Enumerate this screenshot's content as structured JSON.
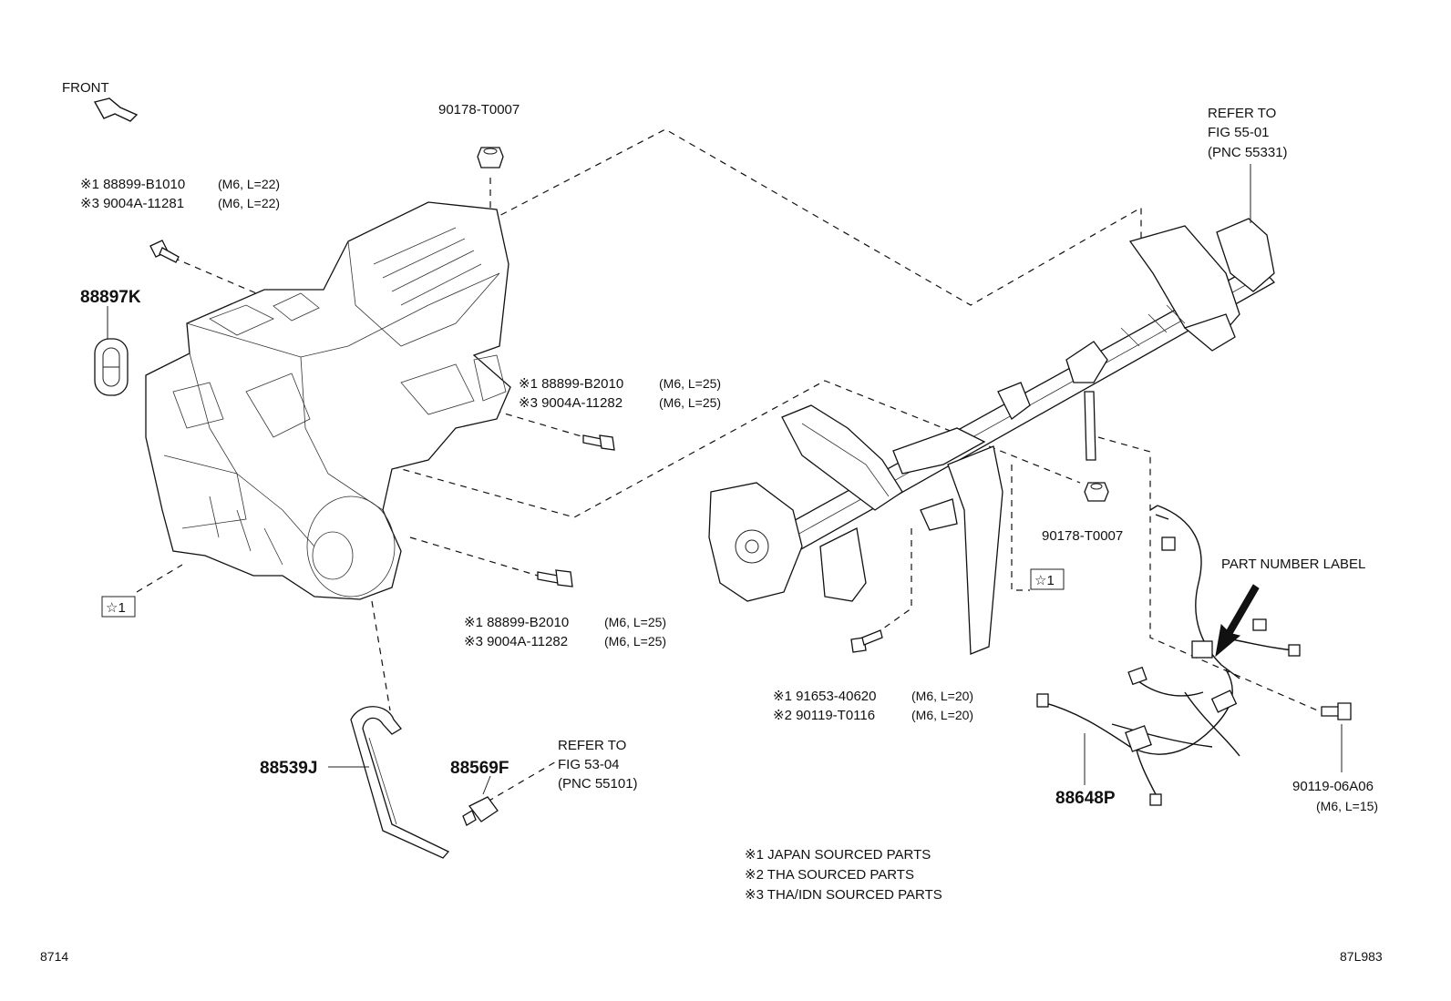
{
  "front_label": "FRONT",
  "notes": [
    "※1 JAPAN SOURCED PARTS",
    "※2 THA SOURCED PARTS",
    "※3 THA/IDN SOURCED PARTS"
  ],
  "callouts": {
    "nut_top": "90178-T0007",
    "bolt_left_a": "※1 88899-B1010",
    "bolt_left_a_spec": "(M6, L=22)",
    "bolt_left_b": "※3 9004A-11281",
    "bolt_left_b_spec": "(M6, L=22)",
    "grommet": "88897K",
    "bolt_mid_a": "※1 88899-B2010",
    "bolt_mid_a_spec": "(M6, L=25)",
    "bolt_mid_b": "※3 9004A-11282",
    "bolt_mid_b_spec": "(M6, L=25)",
    "bolt_low_a": "※1 88899-B2010",
    "bolt_low_a_spec": "(M6, L=25)",
    "bolt_low_b": "※3 9004A-11282",
    "bolt_low_b_spec": "(M6, L=25)",
    "ref_fig_55": [
      "REFER TO",
      "FIG 55-01",
      "(PNC 55331)"
    ],
    "nut_right": "90178-T0007",
    "star_left": "☆1",
    "star_right": "☆1",
    "part_number_label": "PART NUMBER LABEL",
    "bolt_bottom_a": "※1 91653-40620",
    "bolt_bottom_a_spec": "(M6, L=20)",
    "bolt_bottom_b": "※2 90119-T0116",
    "bolt_bottom_b_spec": "(M6, L=20)",
    "hose": "88539J",
    "sensor": "88569F",
    "ref_fig_53": [
      "REFER TO",
      "FIG 53-04",
      "(PNC 55101)"
    ],
    "harness": "88648P",
    "bolt_right": "90119-06A06",
    "bolt_right_spec": "(M6, L=15)"
  },
  "footer_left": "8714",
  "footer_right": "87L983"
}
